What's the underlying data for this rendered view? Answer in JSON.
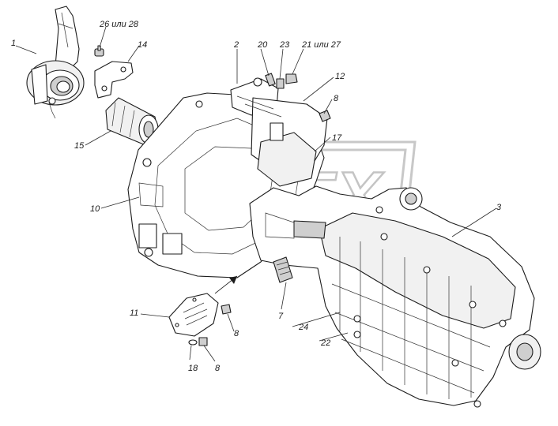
{
  "callouts": [
    {
      "id": "c1",
      "text": "1"
    },
    {
      "id": "c26",
      "text": "26 или 28"
    },
    {
      "id": "c14",
      "text": "14"
    },
    {
      "id": "c2",
      "text": "2"
    },
    {
      "id": "c20",
      "text": "20"
    },
    {
      "id": "c23",
      "text": "23"
    },
    {
      "id": "c21",
      "text": "21 или 27"
    },
    {
      "id": "c12",
      "text": "12"
    },
    {
      "id": "c8a",
      "text": "8"
    },
    {
      "id": "c17",
      "text": "17"
    },
    {
      "id": "c15",
      "text": "15"
    },
    {
      "id": "c10",
      "text": "10"
    },
    {
      "id": "c3",
      "text": "3"
    },
    {
      "id": "c7",
      "text": "7"
    },
    {
      "id": "c11",
      "text": "11"
    },
    {
      "id": "c8b",
      "text": "8"
    },
    {
      "id": "c24",
      "text": "24"
    },
    {
      "id": "c22",
      "text": "22"
    },
    {
      "id": "c18",
      "text": "18"
    },
    {
      "id": "c8c",
      "text": "8"
    }
  ],
  "watermark": {
    "text": "OEX"
  }
}
